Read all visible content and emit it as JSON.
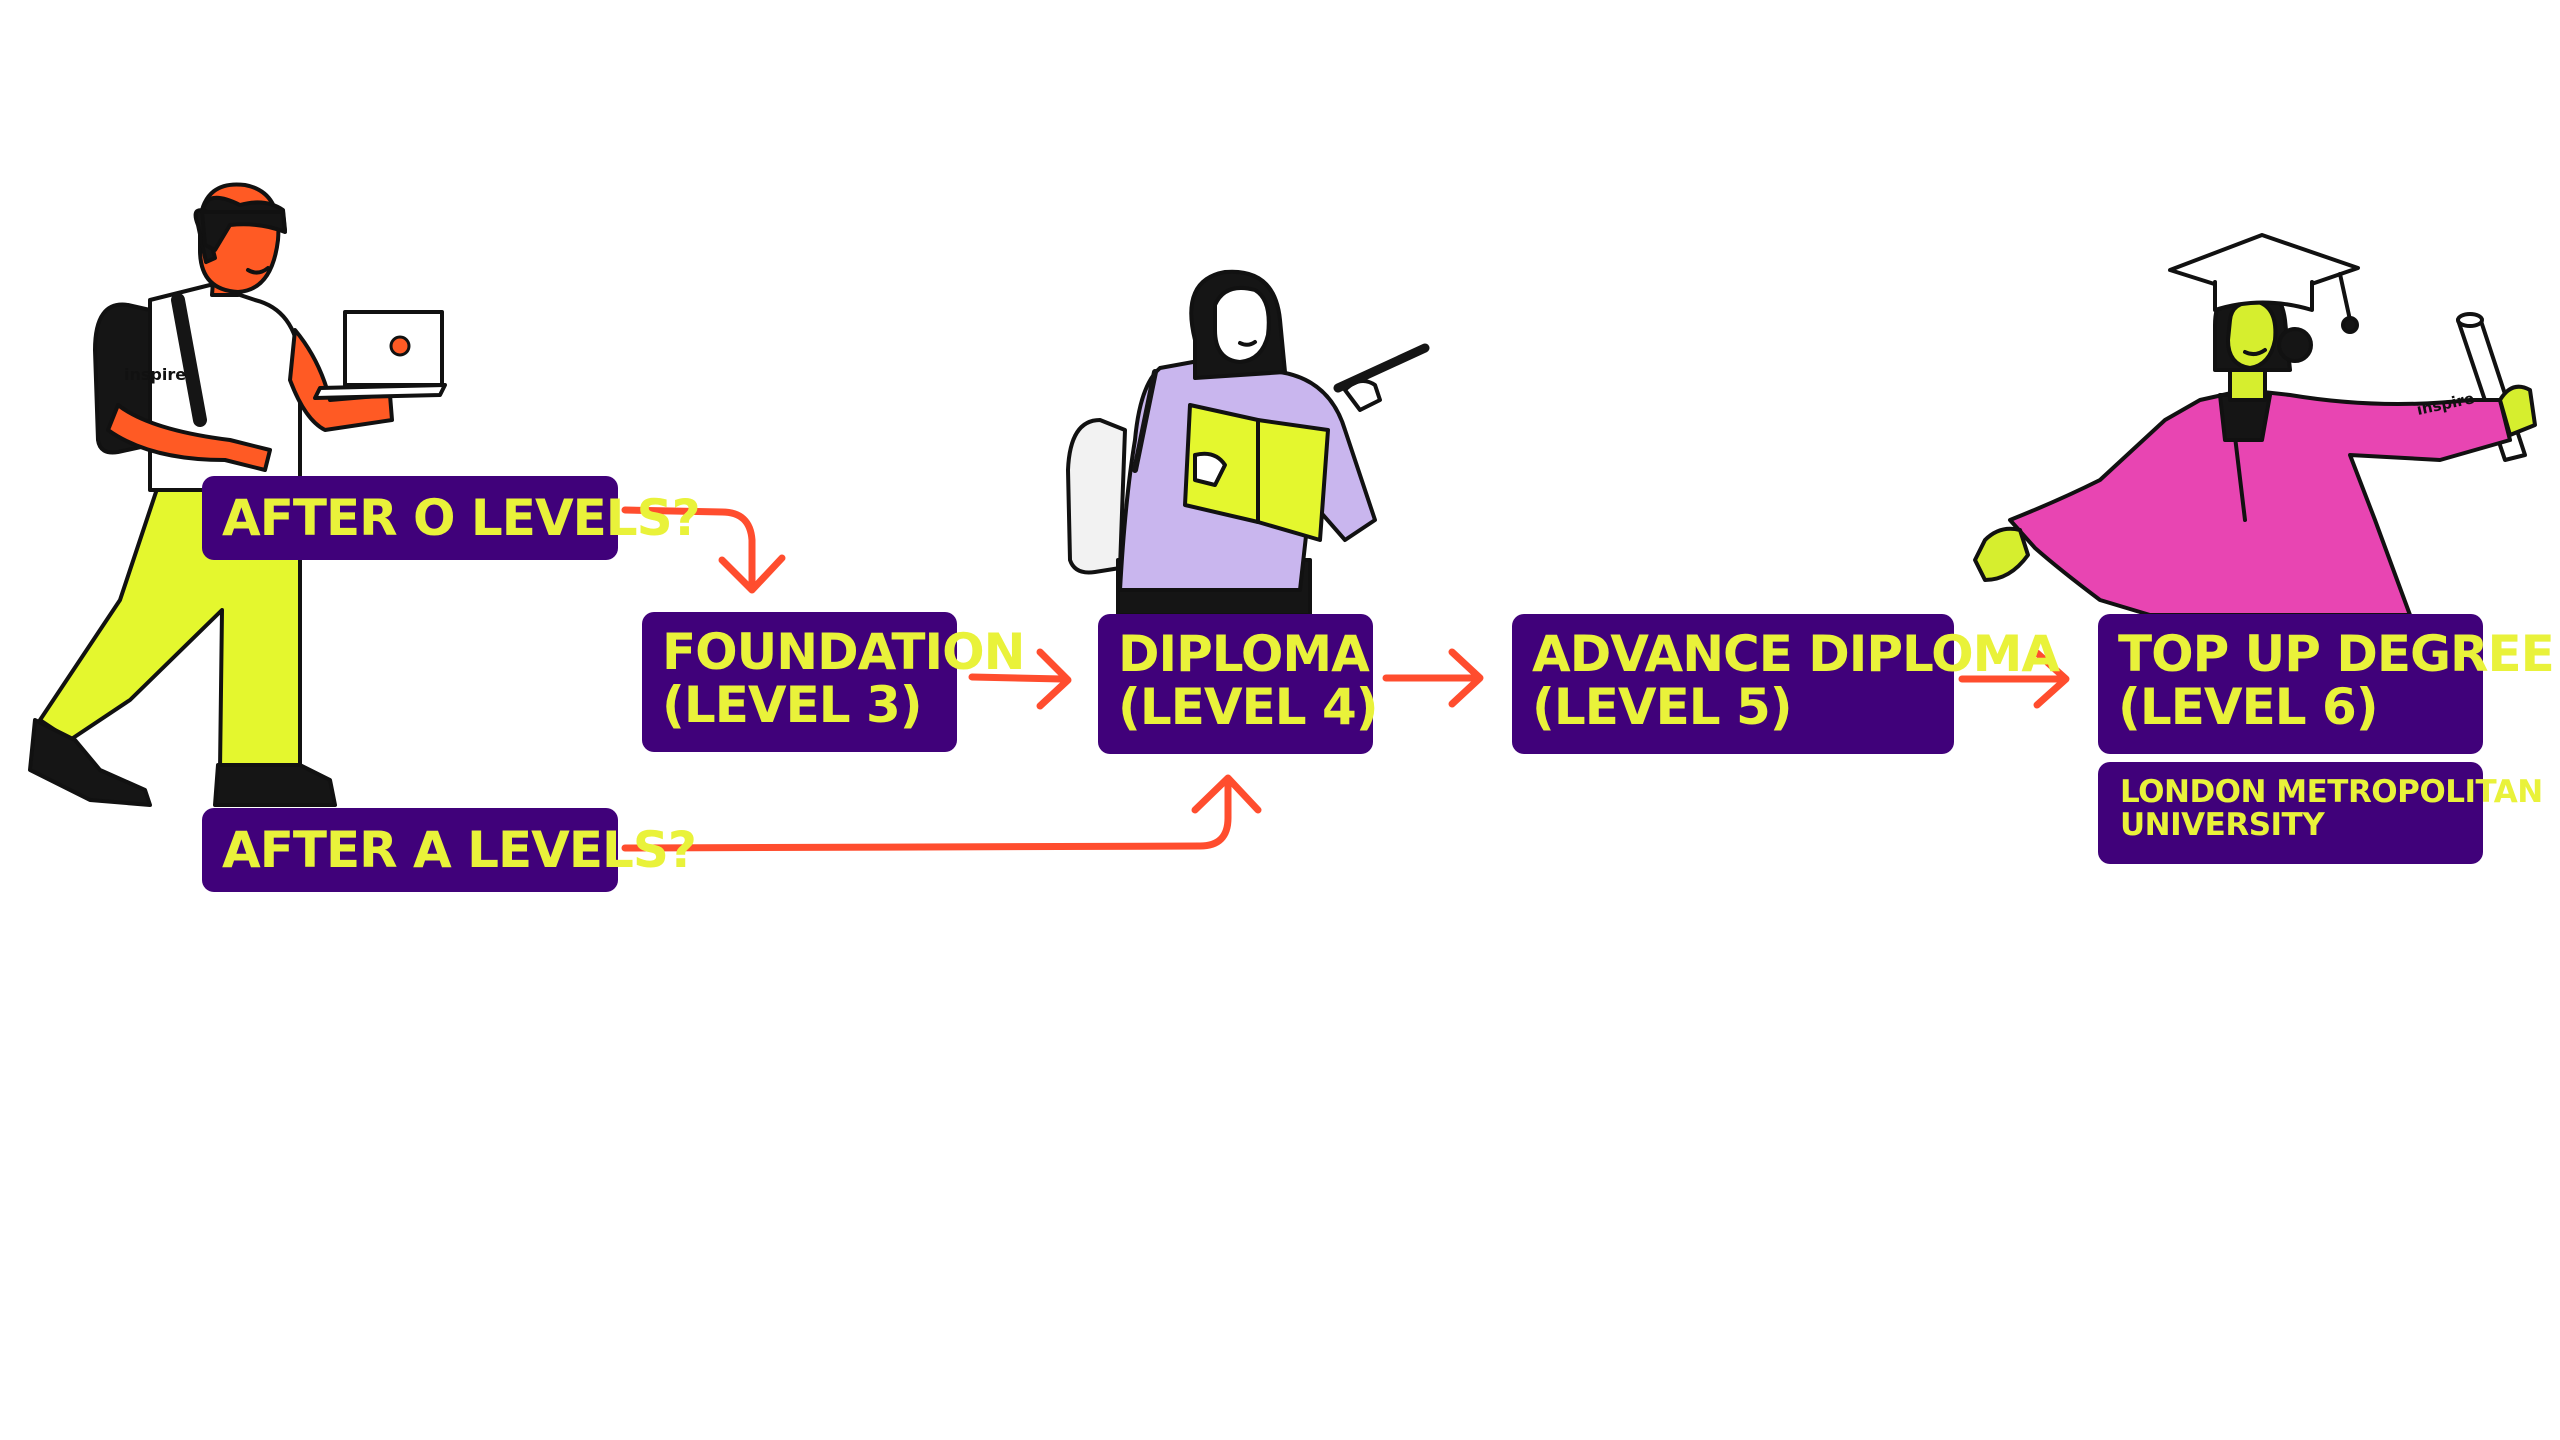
{
  "colors": {
    "box_bg": "#40017a",
    "box_text": "#e9f23a",
    "arrow": "#ff4d2e",
    "student_skin": "#ff5a24",
    "student_pants": "#e4f72e",
    "reader_jacket": "#c9b6ee",
    "book": "#e4f72e",
    "graduate_gown": "#e845b2",
    "graduate_skin": "#d6ee2e"
  },
  "icons": {
    "student": "student-with-laptop-illustration",
    "reader": "student-reading-book-illustration",
    "graduate": "graduate-with-diploma-illustration"
  },
  "illustration_text": {
    "shirt_brand": "inspire",
    "gown_brand": "inspire"
  },
  "entry_points": {
    "o_levels": "AFTER O LEVELS?",
    "a_levels": "AFTER A LEVELS?"
  },
  "steps": {
    "foundation": {
      "line1": "FOUNDATION",
      "line2": "(LEVEL 3)"
    },
    "diploma": {
      "line1": "DIPLOMA",
      "line2": "(LEVEL 4)"
    },
    "advance_diploma": {
      "line1": "ADVANCE DIPLOMA",
      "line2": "(LEVEL 5)"
    },
    "top_up": {
      "line1": "TOP UP DEGREE",
      "line2": "(LEVEL 6)"
    }
  },
  "university": {
    "line1": "LONDON METROPOLITAN",
    "line2": "UNIVERSITY"
  }
}
